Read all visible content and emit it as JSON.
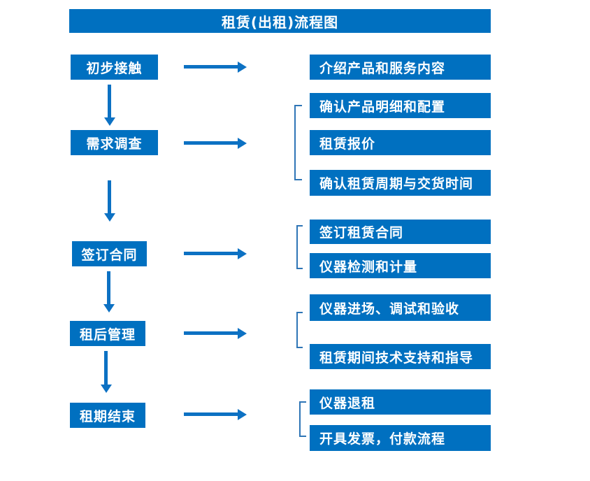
{
  "title": "租赁(出租)流程图",
  "colors": {
    "box_blue": "#0070C0",
    "arrow_blue": "#0C71C3",
    "bracket_blue": "#2E75B6",
    "text_white": "#FFFFFF",
    "background": "#FFFFFF"
  },
  "stages": [
    {
      "label": "初步接触",
      "outputs": [
        "介绍产品和服务内容"
      ]
    },
    {
      "label": "需求调查",
      "outputs": [
        "确认产品明细和配置",
        "租赁报价",
        "确认租赁周期与交货时间"
      ]
    },
    {
      "label": "签订合同",
      "outputs": [
        "签订租赁合同",
        "仪器检测和计量"
      ]
    },
    {
      "label": "租后管理",
      "outputs": [
        "仪器进场、调试和验收",
        "租赁期间技术支持和指导"
      ]
    },
    {
      "label": "租期结束",
      "outputs": [
        "仪器退租",
        "开具发票，付款流程"
      ]
    }
  ]
}
